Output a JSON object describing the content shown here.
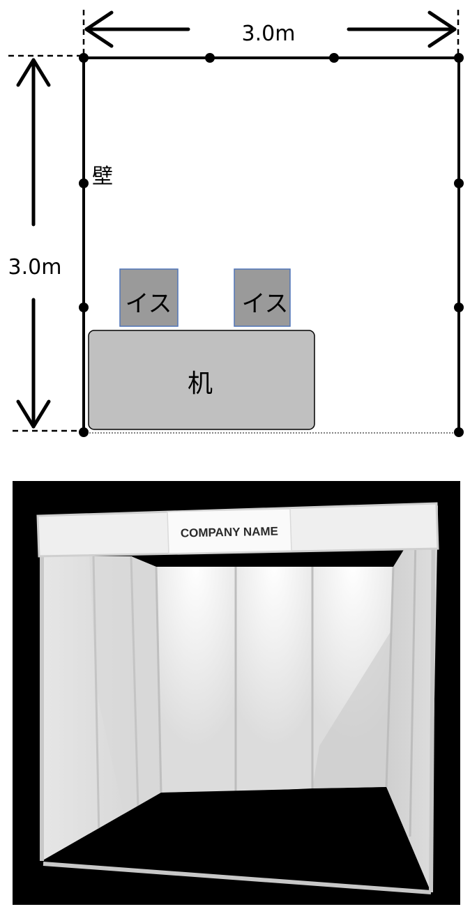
{
  "floor_plan": {
    "width_label": "3.0m",
    "depth_label": "3.0m",
    "wall_label": "壁",
    "chair_labels": [
      "イス",
      "イス"
    ],
    "desk_label": "机",
    "colors": {
      "line": "#000000",
      "furniture_fill": "#c0c0c0",
      "chair_fill": "#9a9a9a",
      "chair_border": "#4f74b8"
    }
  },
  "booth_render": {
    "sign_text": "COMPANY NAME",
    "colors": {
      "background": "#000000",
      "panel": "#e4e4e4",
      "frame": "#c8c8c8"
    }
  }
}
